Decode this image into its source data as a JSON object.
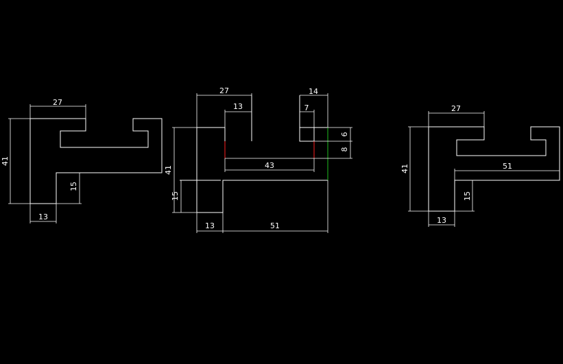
{
  "colors": {
    "background": "#000000",
    "line": "#ffffff",
    "highlight_red": "#ff2020",
    "highlight_green": "#20c020"
  },
  "drawing_left": {
    "dim_27": "27",
    "dim_41": "41",
    "dim_15": "15",
    "dim_13": "13"
  },
  "drawing_middle": {
    "dim_27": "27",
    "dim_13_top": "13",
    "dim_14": "14",
    "dim_7": "7",
    "dim_6": "6",
    "dim_8": "8",
    "dim_43": "43",
    "dim_41": "41",
    "dim_15": "15",
    "dim_13_bottom": "13",
    "dim_51": "51"
  },
  "drawing_right": {
    "dim_27": "27",
    "dim_41": "41",
    "dim_51": "51",
    "dim_15": "15",
    "dim_13": "13"
  }
}
